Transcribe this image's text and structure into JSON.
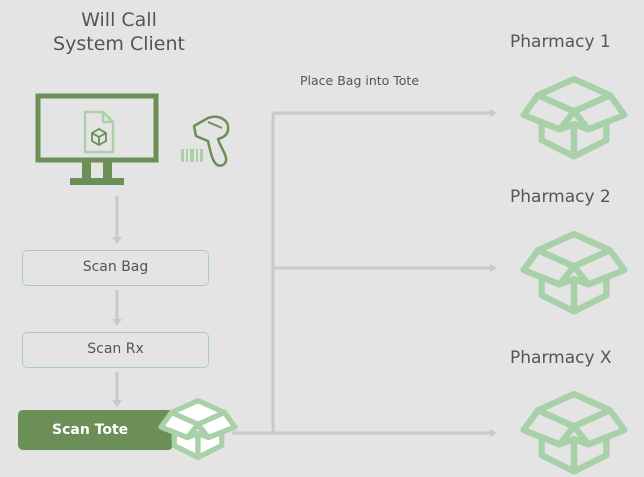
{
  "diagram": {
    "title_line1": "Will Call",
    "title_line2": "System Client",
    "flow_label": "Place Bag into Tote",
    "steps": [
      {
        "label": "Scan Bag"
      },
      {
        "label": "Scan Rx"
      },
      {
        "label": "Scan Tote",
        "active": true
      }
    ],
    "pharmacies": [
      {
        "label": "Pharmacy 1"
      },
      {
        "label": "Pharmacy 2"
      },
      {
        "label": "Pharmacy X"
      }
    ]
  },
  "colors": {
    "background": "#e4e4e4",
    "accent_green": "#6b8f57",
    "light_green": "#a9d1a9",
    "connector_gray": "#c9c9c9",
    "text": "#555555"
  },
  "icons": {
    "monitor": "desktop-monitor-icon",
    "document": "document-box-icon",
    "scanner": "barcode-scanner-icon",
    "tote": "open-box-icon"
  }
}
